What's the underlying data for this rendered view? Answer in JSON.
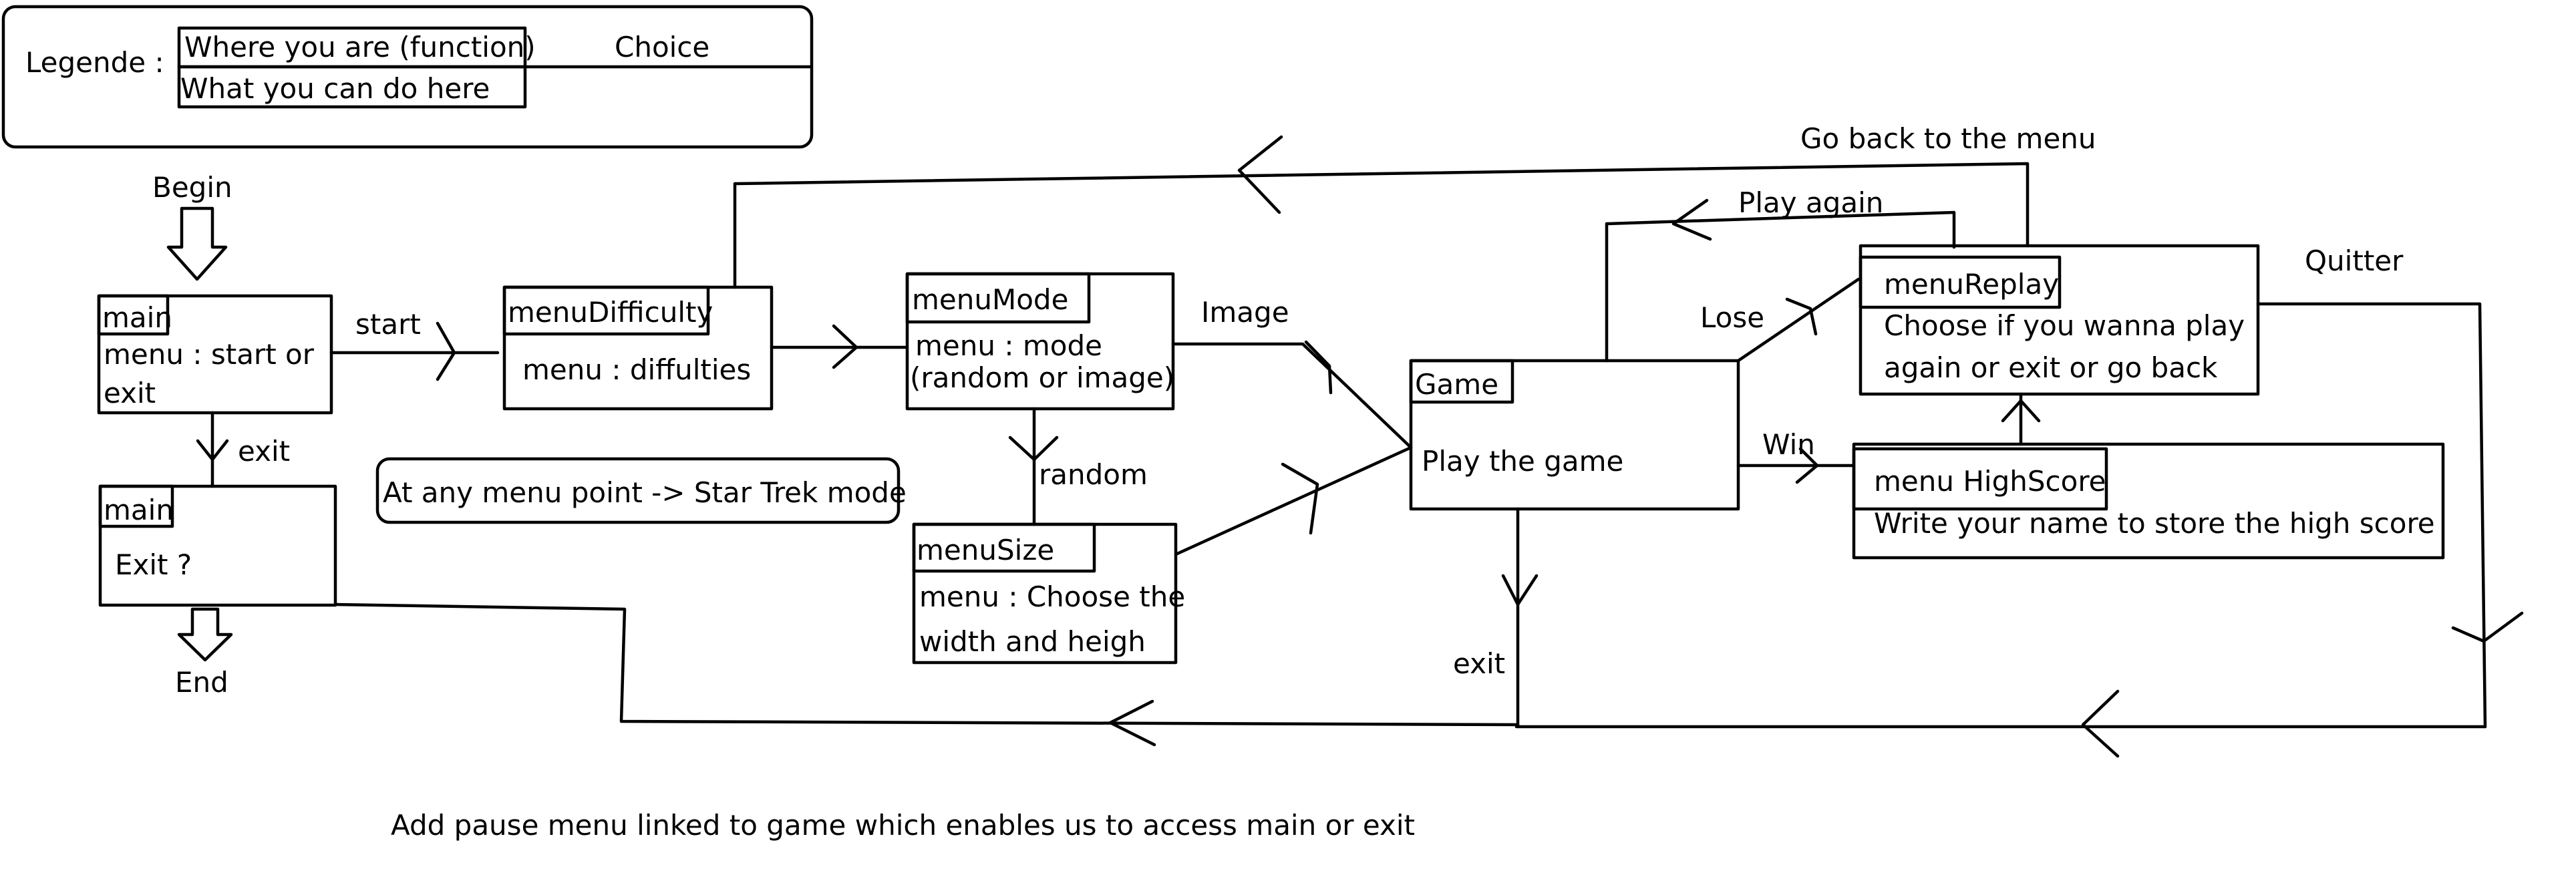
{
  "legend": {
    "title": "Legende :",
    "header_text": "Where you are (function)",
    "body_text": "What you can do here",
    "choice_text": "Choice"
  },
  "labels": {
    "begin": "Begin",
    "end": "End",
    "start": "start",
    "exit_main": "exit",
    "random": "random",
    "image": "Image",
    "lose": "Lose",
    "win": "Win",
    "play_again": "Play again",
    "go_back": "Go back to the menu",
    "quitter": "Quitter",
    "exit_game": "exit"
  },
  "nodes": {
    "main": {
      "header": "main",
      "body_line1": "menu : start or",
      "body_line2": "exit"
    },
    "main_exit": {
      "header": "main",
      "body_line1": "Exit ?"
    },
    "menu_difficulty": {
      "header": "menuDifficulty",
      "body_line1": "menu : diffulties"
    },
    "menu_mode": {
      "header": "menuMode",
      "body_line1": "menu : mode",
      "body_line2": "(random or image)"
    },
    "menu_size": {
      "header": "menuSize",
      "body_line1": "menu : Choose the",
      "body_line2": "width and heigh"
    },
    "game": {
      "header": "Game",
      "body_line1": "Play the game"
    },
    "menu_replay": {
      "header": "menuReplay",
      "body_line1": "Choose if you wanna play",
      "body_line2": "again or exit  or go back"
    },
    "menu_highscore": {
      "header": "menu HighScore",
      "body_line1": "Write your name to store the high score"
    }
  },
  "notes": {
    "star_trek": "At any menu point -> Star Trek mode",
    "pause_menu": "Add pause menu linked to game which enables us to access main or exit"
  }
}
